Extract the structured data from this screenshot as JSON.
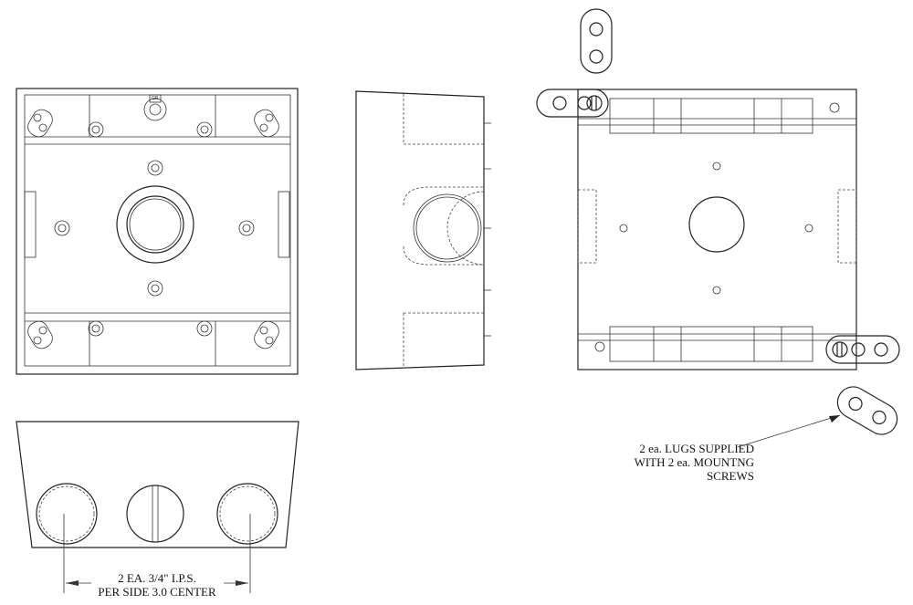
{
  "drawing": {
    "gr_mark": "GR",
    "dimension_note": {
      "line1": "2 EA. 3/4\" I.P.S.",
      "line2": "PER SIDE 3.0 CENTER"
    },
    "lug_note": {
      "line1": "2 ea. LUGS SUPPLIED",
      "line2": "WITH 2 ea. MOUNTNG",
      "line3": "SCREWS"
    },
    "line_color": "#222222"
  }
}
